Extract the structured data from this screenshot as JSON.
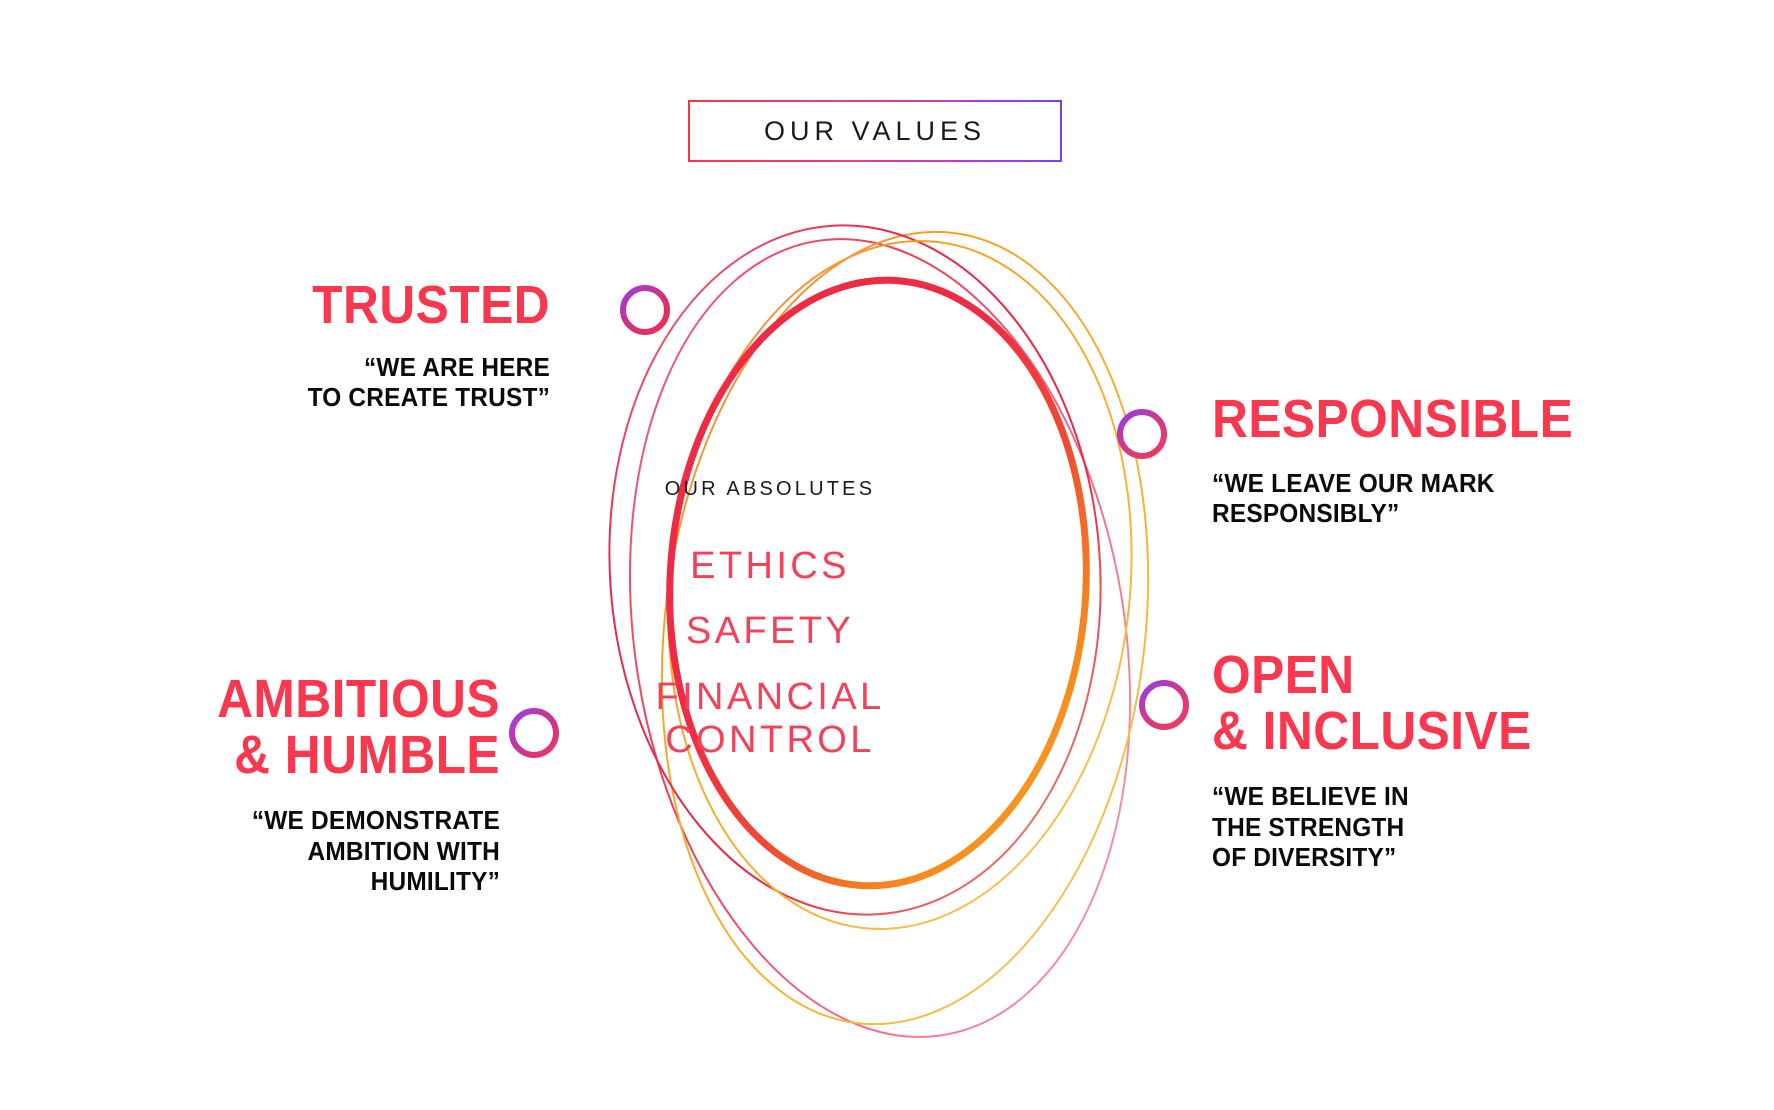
{
  "header": {
    "badge_label": "OUR VALUES",
    "gradient_start": "#f4364c",
    "gradient_end": "#7b3ff0"
  },
  "theme": {
    "accent_red": "#f7384f",
    "accent_orange": "#f7a81b",
    "accent_purple": "#a13ce0",
    "accent_pink": "#ef3a73",
    "text_dark": "#0b0b0b",
    "background": "#ffffff"
  },
  "center": {
    "heading": "OUR ABSOLUTES",
    "items": [
      {
        "label": "ETHICS"
      },
      {
        "label": "SAFETY"
      },
      {
        "label": "FINANCIAL\nCONTROL"
      }
    ]
  },
  "values": [
    {
      "id": "trusted",
      "title": "TRUSTED",
      "quote": "“WE ARE HERE\nTO CREATE TRUST”",
      "node_name": "node-trusted"
    },
    {
      "id": "responsible",
      "title": "RESPONSIBLE",
      "quote": "“WE LEAVE OUR MARK\nRESPONSIBLY”",
      "node_name": "node-responsible"
    },
    {
      "id": "ambitious-humble",
      "title": "AMBITIOUS\n& HUMBLE",
      "quote": "“WE DEMONSTRATE\nAMBITION WITH\nHUMILITY”",
      "node_name": "node-ambitious-humble"
    },
    {
      "id": "open-inclusive",
      "title": "OPEN\n& INCLUSIVE",
      "quote": "“WE BELIEVE IN\nTHE STRENGTH\nOF DIVERSITY”",
      "node_name": "node-open-inclusive"
    }
  ],
  "rings": [
    {
      "name": "outer-pink-ring",
      "stroke": "#f05a7a",
      "width": 2
    },
    {
      "name": "mid-crimson-ring",
      "stroke": "#e8294a",
      "width": 2
    },
    {
      "name": "outer-amber-ring",
      "stroke": "#f5a623",
      "width": 2
    },
    {
      "name": "inner-bold-ring",
      "stroke": "#ee2b44",
      "width": 7
    }
  ]
}
